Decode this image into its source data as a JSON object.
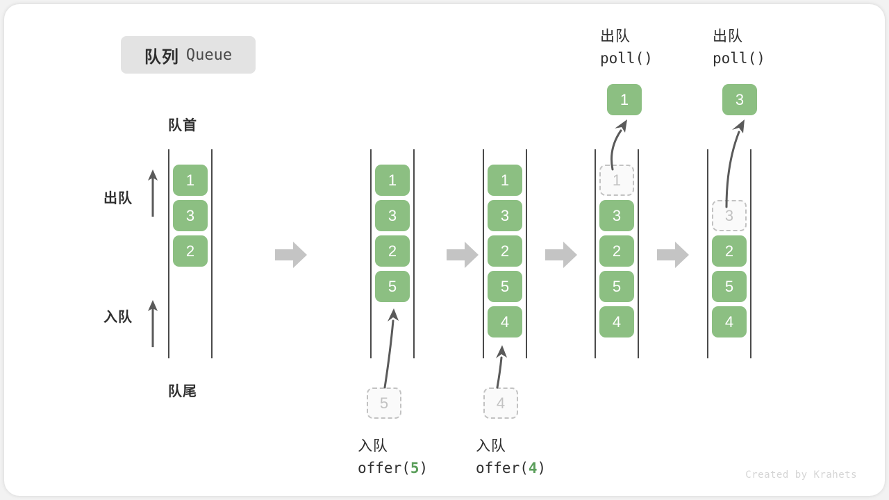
{
  "title": {
    "cn": "队列",
    "en": "Queue"
  },
  "labels": {
    "head": "队首",
    "tail": "队尾",
    "dequeue": "出队",
    "enqueue": "入队"
  },
  "watermark": "Created by Krahets",
  "colors": {
    "box_fill": "#8cbf82",
    "box_text": "#ffffff",
    "ghost_fill": "#fafafa",
    "ghost_border": "#c2c2c2",
    "ghost_text": "#c2c2c2",
    "rail": "#4a4a4a",
    "flow_arrow": "#c4c4c4",
    "accent_green": "#5a9e5a",
    "text": "#2f2f2f",
    "badge_bg": "#e3e3e3"
  },
  "side_arrows": [
    {
      "name": "dequeue-direction-arrow",
      "label": "出队",
      "direction": "up"
    },
    {
      "name": "enqueue-direction-arrow",
      "label": "入队",
      "direction": "up"
    }
  ],
  "columns": [
    {
      "id": "state-1",
      "items": [
        "1",
        "3",
        "2"
      ],
      "ghost_index": -1,
      "op_cn": "",
      "op_prefix": "",
      "op_arg": "",
      "op_suffix": "",
      "input_ghost": "",
      "popped": ""
    },
    {
      "id": "state-2",
      "items": [
        "1",
        "3",
        "2",
        "5"
      ],
      "ghost_index": -1,
      "op_cn": "入队",
      "op_prefix": "offer(",
      "op_arg": "5",
      "op_suffix": ")",
      "input_ghost": "5",
      "popped": ""
    },
    {
      "id": "state-3",
      "items": [
        "1",
        "3",
        "2",
        "5",
        "4"
      ],
      "ghost_index": -1,
      "op_cn": "入队",
      "op_prefix": "offer(",
      "op_arg": "4",
      "op_suffix": ")",
      "input_ghost": "4",
      "popped": ""
    },
    {
      "id": "state-4",
      "items": [
        "1",
        "3",
        "2",
        "5",
        "4"
      ],
      "ghost_index": 0,
      "op_cn": "出队",
      "op_prefix": "poll(",
      "op_arg": "",
      "op_suffix": ")",
      "input_ghost": "",
      "popped": "1"
    },
    {
      "id": "state-5",
      "items": [
        "3",
        "2",
        "5",
        "4"
      ],
      "ghost_index": 0,
      "op_cn": "出队",
      "op_prefix": "poll(",
      "op_arg": "",
      "op_suffix": ")",
      "input_ghost": "",
      "popped": "3"
    }
  ],
  "flow_arrows": [
    {
      "name": "flow-arrow-1"
    },
    {
      "name": "flow-arrow-2"
    },
    {
      "name": "flow-arrow-3"
    },
    {
      "name": "flow-arrow-4"
    }
  ]
}
